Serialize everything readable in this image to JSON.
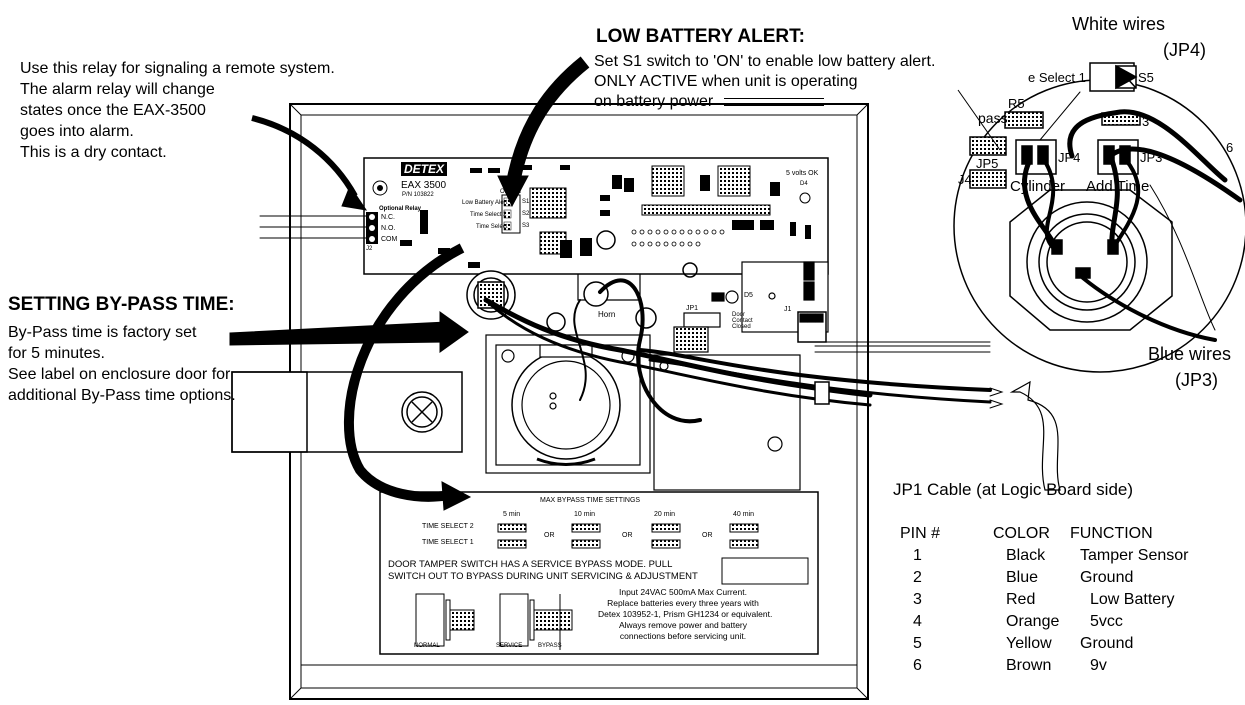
{
  "relay_note": {
    "lines": [
      "Use this relay for signaling a remote system.",
      "The alarm relay will change",
      "states once the EAX-3500",
      "goes into alarm.",
      "This is a dry contact."
    ]
  },
  "low_battery": {
    "title": "LOW  BATTERY ALERT:",
    "lines": [
      "Set S1 switch to 'ON' to enable low battery alert.",
      "ONLY ACTIVE when unit is operating",
      "on battery power"
    ]
  },
  "bypass": {
    "title": "SETTING BY-PASS TIME:",
    "lines": [
      "By-Pass time is factory set",
      "for 5 minutes.",
      "See label on enclosure door for",
      "additional By-Pass time options."
    ]
  },
  "inset": {
    "white_wires": "White wires",
    "white_jp": "(JP4)",
    "blue_wires": "Blue wires",
    "blue_jp": "(JP3)",
    "labels": {
      "time_select": "e Select 1",
      "s5": "S5",
      "r5": "R5",
      "pass": "pass",
      "jp5": "JP5",
      "j4": "J4",
      "jp4": "JP4",
      "jp3": "JP3",
      "j3": "3",
      "cylinder": "Cylinder",
      "add_time": "Add Time",
      "r6": "6"
    }
  },
  "board": {
    "brand": "DETEX",
    "model": "EAX 3500",
    "pn": "P/N 103822",
    "relay_label": "Optional Relay",
    "nc": "N.C.",
    "no": "N.O.",
    "com": "COM",
    "j2": "J2",
    "low_batt": "Low Battery Alert",
    "ts2": "Time Select 2",
    "ts1": "Time Select",
    "off": "OFF",
    "on": "ON",
    "s1": "S1",
    "s2": "S2",
    "s3": "S3",
    "five_volts": "5 volts OK",
    "d4": "D4",
    "horn": "Horn",
    "jp1": "JP1",
    "d5": "D5",
    "door_contact": "Door Contact Closed",
    "j1": "J1"
  },
  "label_card": {
    "title": "MAX BYPASS TIME SETTINGS",
    "times": [
      "5 min",
      "10 min",
      "20 min",
      "40 min"
    ],
    "or": "OR",
    "ts2": "TIME SELECT 2",
    "ts1": "TIME SELECT 1",
    "tamper_1": "DOOR TAMPER SWITCH HAS A SERVICE BYPASS MODE. PULL",
    "tamper_2": "SWITCH OUT TO BYPASS DURING UNIT SERVICING & ADJUSTMENT",
    "power_lines": [
      "Input 24VAC 500mA Max Current.",
      "Replace batteries every three years with",
      "Detex 103952-1, Prism GH1234 or equivalent.",
      "Always remove power and battery",
      "connections before servicing unit."
    ],
    "normal": "NORMAL",
    "service": "SERVICE",
    "bypass": "BYPASS"
  },
  "jp1_table": {
    "title": "JP1 Cable (at Logic Board side)",
    "headers": [
      "PIN #",
      "COLOR",
      "FUNCTION"
    ],
    "rows": [
      [
        "1",
        "Black",
        "Tamper Sensor"
      ],
      [
        "2",
        "Blue",
        "Ground"
      ],
      [
        "3",
        "Red",
        "Low Battery"
      ],
      [
        "4",
        "Orange",
        "5vcc"
      ],
      [
        "5",
        "Yellow",
        "Ground"
      ],
      [
        "6",
        "Brown",
        "9v"
      ]
    ]
  }
}
